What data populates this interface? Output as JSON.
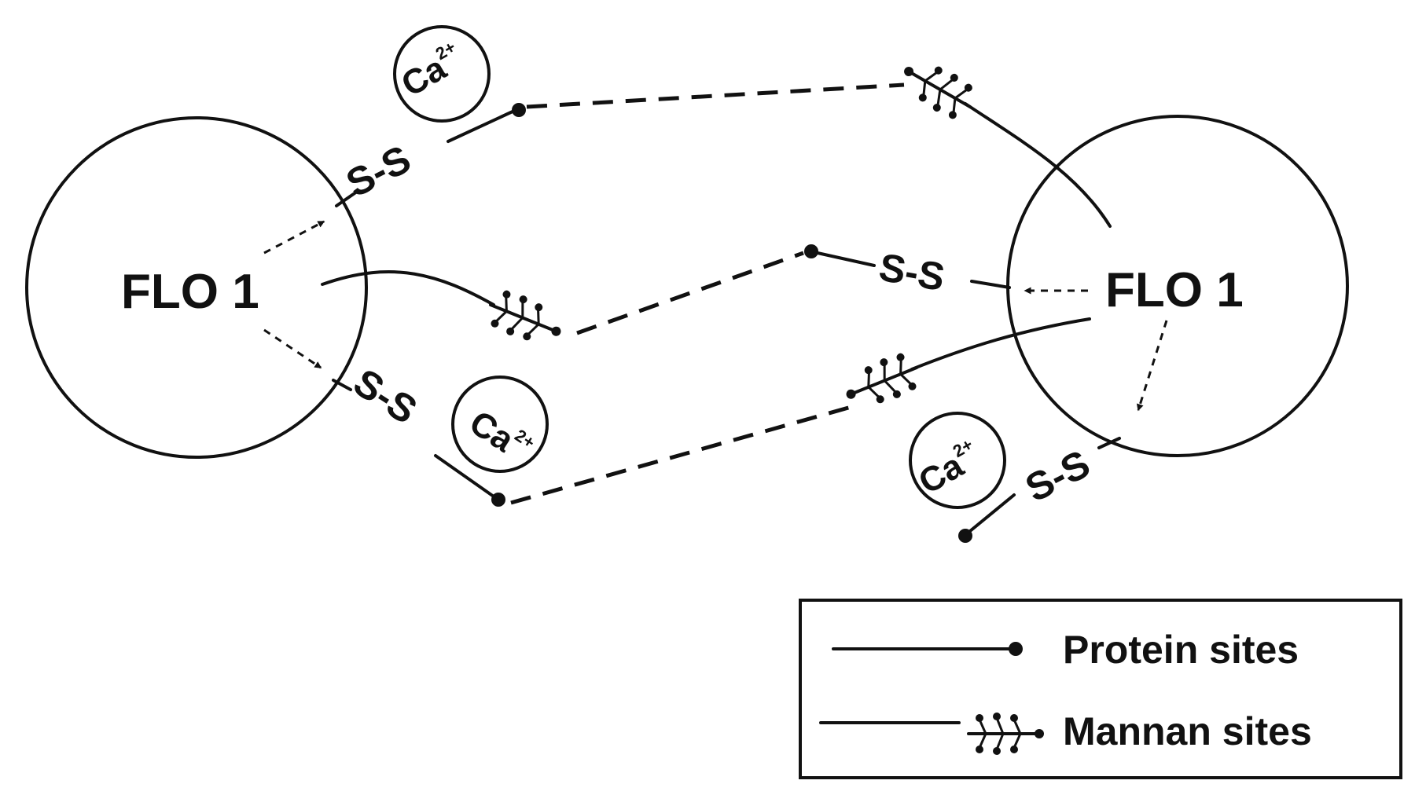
{
  "diagram": {
    "left_cell": {
      "label": "FLO 1"
    },
    "right_cell": {
      "label": "FLO 1"
    },
    "bonds": {
      "disulfide": "S-S",
      "calcium_base": "Ca",
      "calcium_charge": "2+"
    },
    "legend": {
      "protein_sites": "Protein sites",
      "mannan_sites": "Mannan sites"
    },
    "colors": {
      "ink": "#111111",
      "background": "#ffffff"
    },
    "icons": [
      "protein-site-icon",
      "mannan-site-icon",
      "arrow-icon"
    ]
  }
}
